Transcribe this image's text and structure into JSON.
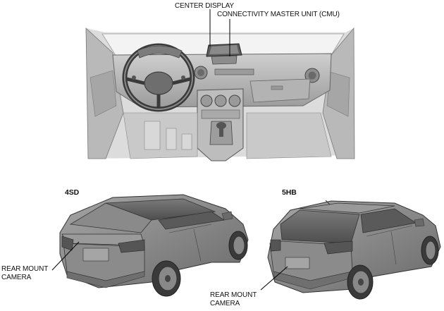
{
  "labels": {
    "center_display": "CENTER DISPLAY",
    "cmu": "CONNECTIVITY MASTER UNIT (CMU)",
    "sedan": "4SD",
    "hatch": "5HB",
    "rear_cam_sedan_1": "REAR MOUNT",
    "rear_cam_sedan_2": "CAMERA",
    "rear_cam_hatch_1": "REAR MOUNT",
    "rear_cam_hatch_2": "CAMERA"
  }
}
